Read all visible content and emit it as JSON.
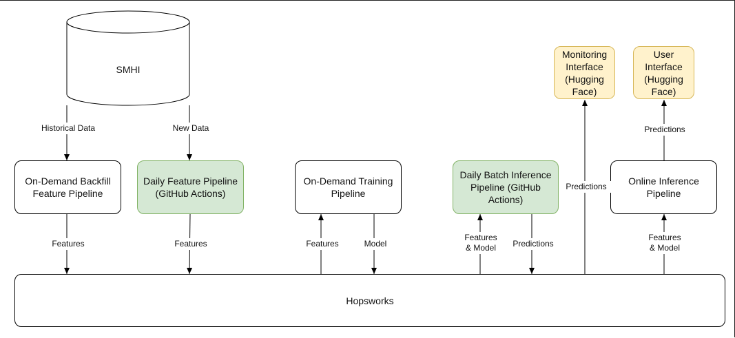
{
  "nodes": {
    "smhi": "SMHI",
    "backfill": "On-Demand Backfill\nFeature Pipeline",
    "daily_feature": "Daily Feature Pipeline\n(GitHub Actions)",
    "training": "On-Demand Training\nPipeline",
    "batch_inference": "Daily Batch Inference\nPipeline (GitHub\nActions)",
    "online_inference": "Online Inference\nPipeline",
    "monitoring": "Monitoring\nInterface\n(Hugging\nFace)",
    "user_interface": "User\nInterface\n(Hugging\nFace)",
    "hopsworks": "Hopsworks"
  },
  "edges": {
    "historical_data": "Historical Data",
    "new_data": "New Data",
    "backfill_features": "Features",
    "daily_features": "Features",
    "training_features": "Features",
    "training_model": "Model",
    "batch_features_model": "Features\n& Model",
    "batch_predictions": "Predictions",
    "monitoring_predictions": "Predictions",
    "online_features_model": "Features\n& Model",
    "ui_predictions": "Predictions"
  },
  "colors": {
    "green_fill": "#d5e8d4",
    "green_stroke": "#82b366",
    "yellow_fill": "#fff2cc",
    "yellow_stroke": "#d6b656"
  }
}
